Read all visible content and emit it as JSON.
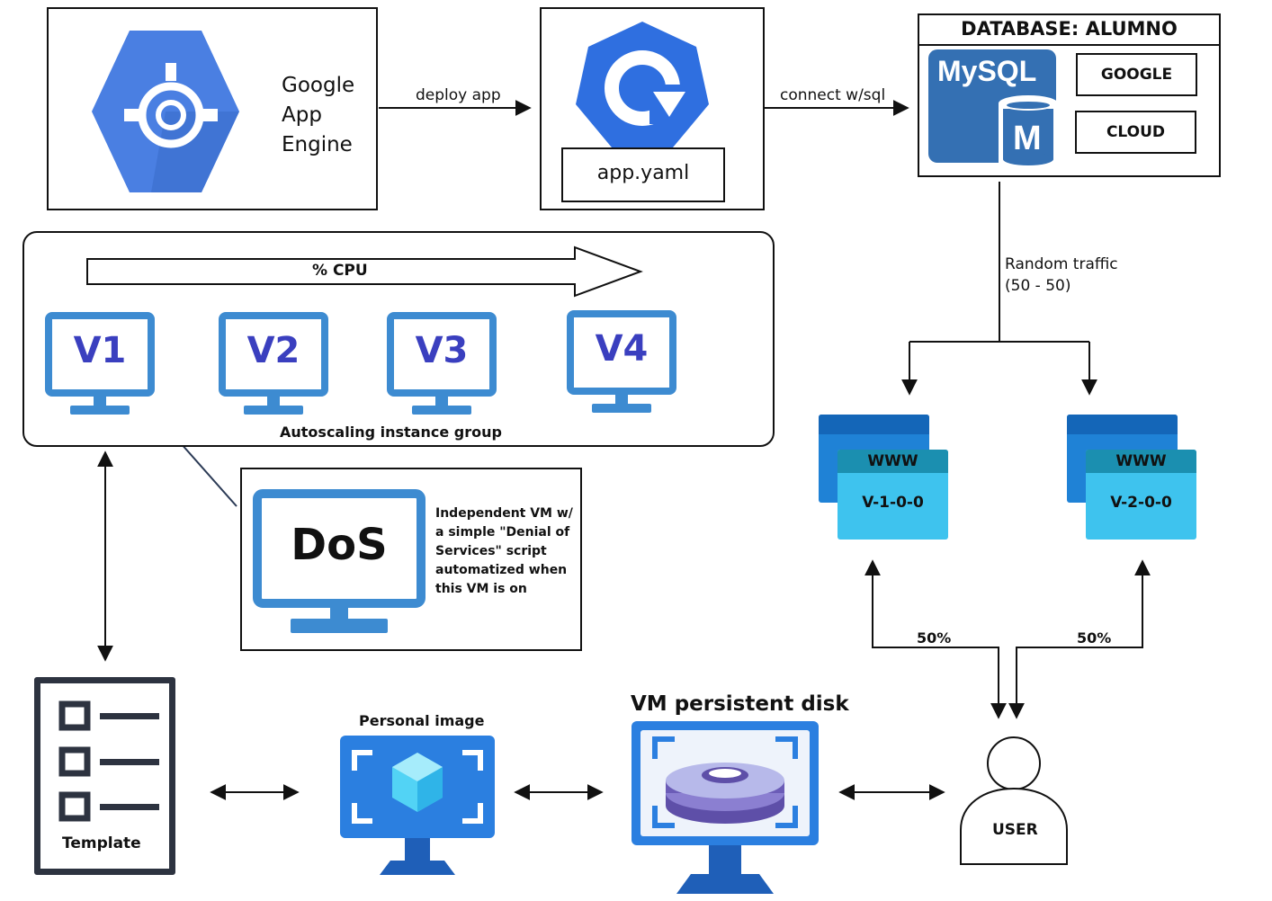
{
  "gae": {
    "title_lines": [
      "Google",
      "App",
      "Engine"
    ]
  },
  "deploy": {
    "app_file": "app.yaml"
  },
  "edges": {
    "deploy_app": "deploy app",
    "connect_sql": "connect w/sql",
    "random_traffic_line1": "Random traffic",
    "random_traffic_line2": "(50 - 50)",
    "split_left": "50%",
    "split_right": "50%"
  },
  "database": {
    "title": "DATABASE: ALUMNO",
    "logo_text": "MySQL",
    "logo_letter": "M",
    "tags": [
      "GOOGLE",
      "CLOUD"
    ]
  },
  "autoscaling": {
    "group_label": "Autoscaling instance group",
    "cpu_label": "% CPU",
    "vms": [
      "V1",
      "V2",
      "V3",
      "V4"
    ]
  },
  "dos": {
    "screen_text": "DoS",
    "description_lines": [
      "Independent VM w/",
      "a simple \"Denial of",
      "Services\" script",
      "automatized when",
      "this VM is on"
    ]
  },
  "webapps": [
    {
      "header": "WWW",
      "version": "V-1-0-0"
    },
    {
      "header": "WWW",
      "version": "V-2-0-0"
    }
  ],
  "bottom": {
    "template_label": "Template",
    "image_label": "Personal image",
    "disk_label": "VM persistent disk",
    "user_label": "USER"
  },
  "colors": {
    "gae_blue": "#4a7fe2",
    "deploy_blue": "#2f6fe0",
    "mysql_blue": "#3470b3",
    "monitor_blue": "#3d8bd1",
    "vm_text": "#3a3fbf",
    "web_back": "#1f82d6",
    "web_front": "#3ec3ee",
    "web_header": "#1b8fb0",
    "azure_blue": "#2b7fe0"
  }
}
